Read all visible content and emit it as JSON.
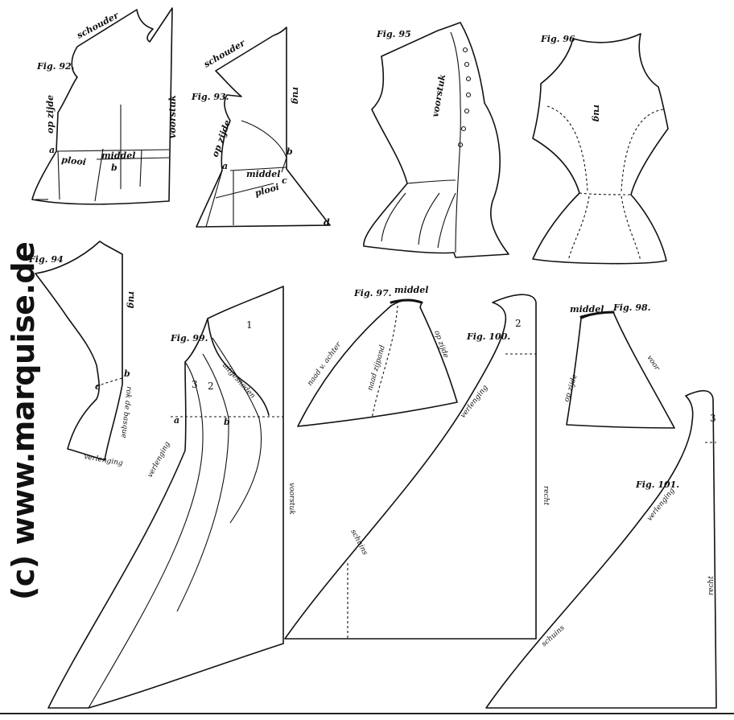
{
  "watermark": "(c) www.marquise.de",
  "figures": {
    "fig92": {
      "title": "Fig. 92.",
      "labels": {
        "schouder": "schouder",
        "op_zijde": "op zijde",
        "voorstuk": "voorstuk",
        "a": "a",
        "b": "b",
        "plooi": "plooi",
        "middel": "middel"
      }
    },
    "fig93": {
      "title": "Fig. 93.",
      "labels": {
        "schouder": "schouder",
        "rug": "rug",
        "op_zijde": "op zijde",
        "a": "a",
        "b": "b",
        "c": "c",
        "d": "d",
        "middel": "middel",
        "plooi": "plooi"
      }
    },
    "fig95": {
      "title": "Fig. 95",
      "labels": {
        "voorstuk": "voorstuk"
      }
    },
    "fig96": {
      "title": "Fig. 96",
      "labels": {
        "rug": "rug"
      }
    },
    "fig94": {
      "title": "Fig. 94",
      "labels": {
        "rug": "rug",
        "b": "b",
        "c": "c",
        "verlenging": "verlenging",
        "rok": "rok de basque"
      }
    },
    "fig99": {
      "title": "Fig. 99.",
      "labels": {
        "one": "1",
        "three": "3",
        "two": "2",
        "a": "a",
        "b": "b",
        "uitgesneden": "uitgesneden",
        "verlenging": "verlenging",
        "voorstuk": "voorstuk"
      }
    },
    "fig97": {
      "title": "Fig. 97.",
      "labels": {
        "middel": "middel",
        "naad_v_achter": "naad v. achter",
        "naad_zijpand": "naad zijpand",
        "op_zijde": "op zijde"
      }
    },
    "fig100": {
      "title": "Fig. 100.",
      "labels": {
        "two": "2",
        "verlenging": "verlenging",
        "recht": "recht",
        "schuins": "schuins"
      }
    },
    "fig98": {
      "title": "Fig. 98.",
      "labels": {
        "middel": "middel",
        "op_zijde": "op zijde",
        "voor": "voor"
      }
    },
    "fig101": {
      "title": "Fig. 101.",
      "labels": {
        "three": "3",
        "verlenging": "verlenging",
        "recht": "recht",
        "schuins": "schuins"
      }
    }
  }
}
